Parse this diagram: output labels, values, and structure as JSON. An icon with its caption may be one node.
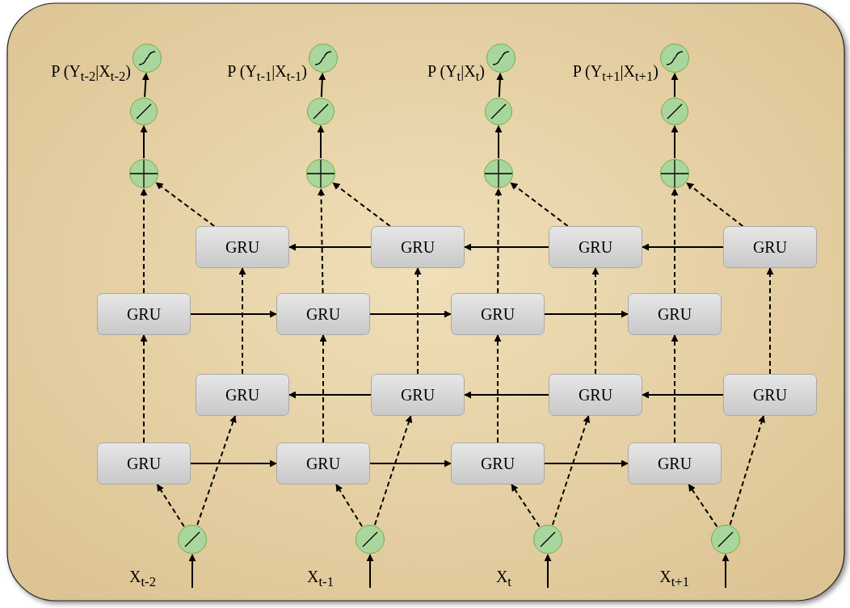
{
  "diagram": {
    "nodes": [
      {
        "text": [],
        "shape": "circle",
        "beside": [
          "P (Y$_{t-2}$|X$_{t-2}$)"
        ]
      },
      {
        "text": [],
        "shape": "circle",
        "beside": [
          "P (Y$_{t-1}$|X$_{t-1}$)"
        ]
      },
      {
        "text": [],
        "shape": "circle",
        "beside": [
          "P (Y$_{t}$|X$_{t}$)"
        ]
      },
      {
        "text": [],
        "shape": "circle",
        "beside": [
          "P (Y$_{t+1}$|X$_{t+1}$)"
        ]
      },
      {
        "text": [],
        "shape": "circle"
      },
      {
        "text": [],
        "shape": "circle"
      },
      {
        "text": [],
        "shape": "circle"
      },
      {
        "text": [],
        "shape": "circle"
      },
      {
        "text": [],
        "shape": "circle"
      },
      {
        "text": [],
        "shape": "circle"
      },
      {
        "text": [],
        "shape": "circle"
      },
      {
        "text": [],
        "shape": "circle"
      },
      {
        "text": [
          "GRU"
        ]
      },
      {
        "text": [
          "GRU"
        ]
      },
      {
        "text": [
          "GRU"
        ]
      },
      {
        "text": [
          "GRU"
        ]
      },
      {
        "text": [
          "GRU"
        ]
      },
      {
        "text": [
          "GRU"
        ]
      },
      {
        "text": [
          "GRU"
        ]
      },
      {
        "text": [
          "GRU"
        ]
      },
      {
        "text": [
          "GRU"
        ]
      },
      {
        "text": [
          "GRU"
        ]
      },
      {
        "text": [
          "GRU"
        ]
      },
      {
        "text": [
          "GRU"
        ]
      },
      {
        "text": [
          "GRU"
        ]
      },
      {
        "text": [
          "GRU"
        ]
      },
      {
        "text": [
          "GRU"
        ]
      },
      {
        "text": [
          "GRU"
        ]
      },
      {
        "text": [],
        "shape": "circle",
        "beside": [
          "X$_{t-2}$"
        ]
      },
      {
        "text": [],
        "shape": "circle",
        "beside": [
          "X$_{t-1}$"
        ]
      },
      {
        "text": [],
        "shape": "circle",
        "beside": [
          "X$_{t}$"
        ]
      },
      {
        "text": [],
        "shape": "circle",
        "beside": [
          "X$_{t+1}$"
        ]
      }
    ],
    "edges": [
      {
        "from": null,
        "to": 28,
        "arrow": "to"
      },
      {
        "from": null,
        "to": 29,
        "arrow": "to"
      },
      {
        "from": null,
        "to": 30,
        "arrow": "to"
      },
      {
        "from": null,
        "to": 31,
        "arrow": "to"
      },
      {
        "from": 28,
        "to": 24,
        "arrow": "to",
        "style": "dashed"
      },
      {
        "from": 28,
        "to": 20,
        "arrow": "to",
        "style": "dashed"
      },
      {
        "from": 29,
        "to": 25,
        "arrow": "to",
        "style": "dashed"
      },
      {
        "from": 29,
        "to": 21,
        "arrow": "to",
        "style": "dashed"
      },
      {
        "from": 30,
        "to": 26,
        "arrow": "to",
        "style": "dashed"
      },
      {
        "from": 30,
        "to": 22,
        "arrow": "to",
        "style": "dashed"
      },
      {
        "from": 31,
        "to": 27,
        "arrow": "to",
        "style": "dashed"
      },
      {
        "from": 31,
        "to": 23,
        "arrow": "to",
        "style": "dashed"
      },
      {
        "from": 24,
        "to": 25,
        "arrow": "to"
      },
      {
        "from": 25,
        "to": 26,
        "arrow": "to"
      },
      {
        "from": 26,
        "to": 27,
        "arrow": "to"
      },
      {
        "from": 23,
        "to": 22,
        "arrow": "to"
      },
      {
        "from": 22,
        "to": 21,
        "arrow": "to"
      },
      {
        "from": 21,
        "to": 20,
        "arrow": "to"
      },
      {
        "from": 24,
        "to": 16,
        "arrow": "to",
        "style": "dashed"
      },
      {
        "from": 25,
        "to": 17,
        "arrow": "to",
        "style": "dashed"
      },
      {
        "from": 26,
        "to": 18,
        "arrow": "to",
        "style": "dashed"
      },
      {
        "from": 27,
        "to": 19,
        "arrow": "to",
        "style": "dashed"
      },
      {
        "from": 20,
        "to": 12,
        "arrow": "to",
        "style": "dashed"
      },
      {
        "from": 21,
        "to": 13,
        "arrow": "to",
        "style": "dashed"
      },
      {
        "from": 22,
        "to": 14,
        "arrow": "to",
        "style": "dashed"
      },
      {
        "from": 23,
        "to": 15,
        "arrow": "to",
        "style": "dashed"
      },
      {
        "from": 16,
        "to": 17,
        "arrow": "to"
      },
      {
        "from": 17,
        "to": 18,
        "arrow": "to"
      },
      {
        "from": 18,
        "to": 19,
        "arrow": "to"
      },
      {
        "from": 15,
        "to": 14,
        "arrow": "to"
      },
      {
        "from": 14,
        "to": 13,
        "arrow": "to"
      },
      {
        "from": 13,
        "to": 12,
        "arrow": "to"
      },
      {
        "from": 16,
        "to": 8,
        "arrow": "to",
        "style": "dashed"
      },
      {
        "from": 17,
        "to": 9,
        "arrow": "to",
        "style": "dashed"
      },
      {
        "from": 18,
        "to": 10,
        "arrow": "to",
        "style": "dashed"
      },
      {
        "from": 19,
        "to": 11,
        "arrow": "to",
        "style": "dashed"
      },
      {
        "from": 12,
        "to": 8,
        "arrow": "to",
        "style": "dashed"
      },
      {
        "from": 13,
        "to": 9,
        "arrow": "to",
        "style": "dashed"
      },
      {
        "from": 14,
        "to": 10,
        "arrow": "to",
        "style": "dashed"
      },
      {
        "from": 15,
        "to": 11,
        "arrow": "to",
        "style": "dashed"
      },
      {
        "from": 8,
        "to": 4,
        "arrow": "to"
      },
      {
        "from": 9,
        "to": 5,
        "arrow": "to"
      },
      {
        "from": 10,
        "to": 6,
        "arrow": "to"
      },
      {
        "from": 11,
        "to": 7,
        "arrow": "to"
      },
      {
        "from": 4,
        "to": 0,
        "arrow": "to"
      },
      {
        "from": 5,
        "to": 1,
        "arrow": "to"
      },
      {
        "from": 6,
        "to": 2,
        "arrow": "to"
      },
      {
        "from": 7,
        "to": 3,
        "arrow": "to"
      }
    ]
  }
}
